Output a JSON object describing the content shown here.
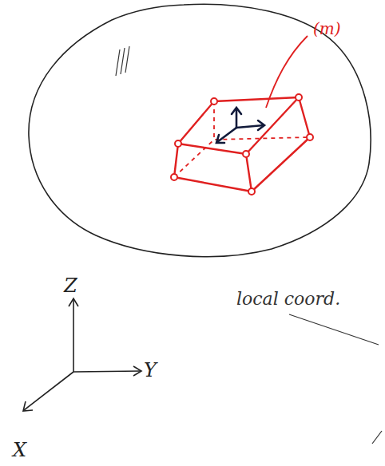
{
  "diagram": {
    "labels": [
      "(m)",
      "Z",
      "Y",
      "X",
      "local coord."
    ]
  }
}
